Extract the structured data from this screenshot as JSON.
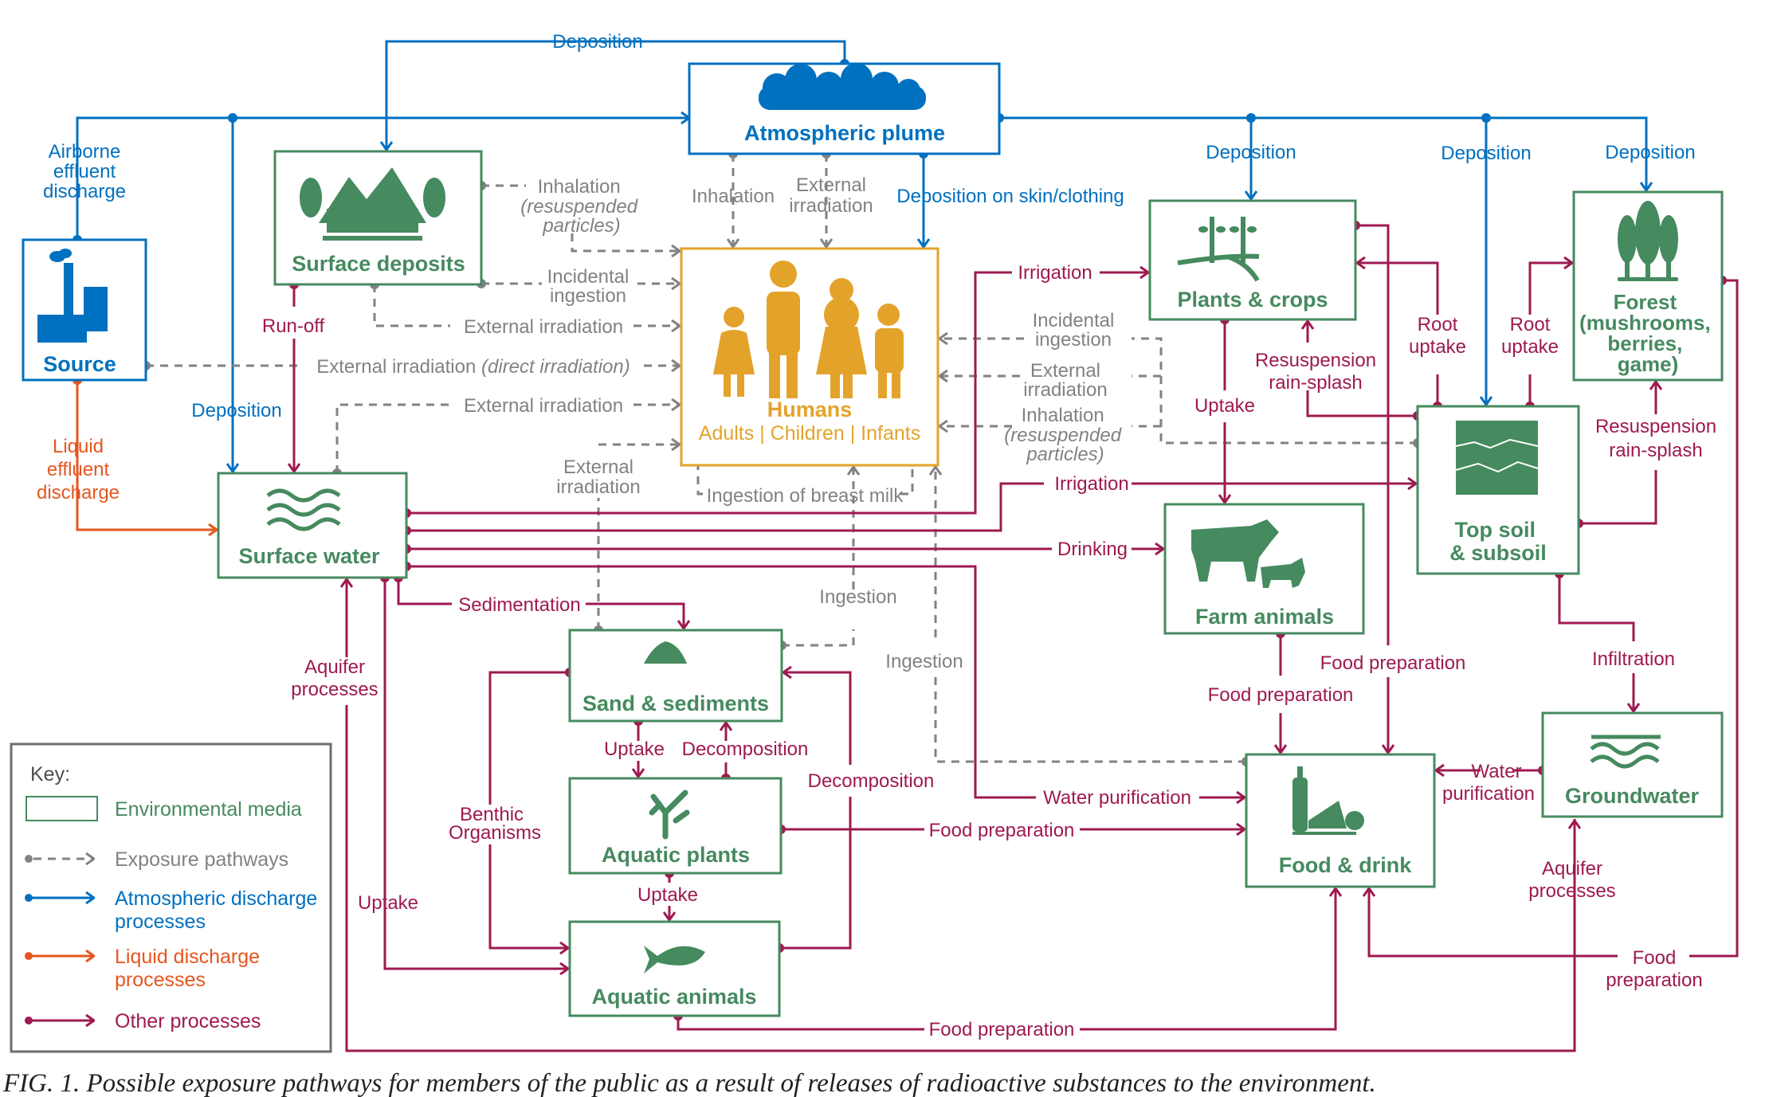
{
  "colors": {
    "atmospheric": "#0070c0",
    "liquid": "#e5561f",
    "other": "#9e1a50",
    "exposure": "#808285",
    "media": "#468a5f",
    "humans": "#e3a32b"
  },
  "nodes": {
    "source": {
      "label": "Source",
      "icon": "factory-icon"
    },
    "surface_deposits": {
      "label": "Surface deposits",
      "icon": "house-icon"
    },
    "atmospheric_plume": {
      "label": "Atmospheric plume",
      "icon": "cloud-icon"
    },
    "humans": {
      "label": "Humans",
      "sublabel_1": "Adults",
      "sublabel_2": "Children",
      "sublabel_3": "Infants",
      "separator": "|",
      "icon": "family-icon"
    },
    "plants_crops": {
      "label": "Plants & crops",
      "icon": "sprout-icon"
    },
    "forest": {
      "label_1": "Forest",
      "label_2": "(mushrooms,",
      "label_3": "berries,",
      "label_4": "game)",
      "icon": "trees-icon"
    },
    "top_soil": {
      "label_1": "Top soil",
      "label_2": "& subsoil",
      "icon": "soil-layers-icon"
    },
    "surface_water": {
      "label": "Surface water",
      "icon": "waves-icon"
    },
    "farm_animals": {
      "label": "Farm animals",
      "icon": "cow-pig-icon"
    },
    "sand_sediments": {
      "label": "Sand & sediments",
      "icon": "sediment-pile-icon"
    },
    "aquatic_plants": {
      "label": "Aquatic plants",
      "icon": "coral-icon"
    },
    "aquatic_animals": {
      "label": "Aquatic animals",
      "icon": "fish-icon"
    },
    "food_drink": {
      "label": "Food & drink",
      "icon": "food-drink-icon"
    },
    "groundwater": {
      "label": "Groundwater",
      "icon": "groundwater-icon"
    }
  },
  "edges": {
    "deposition_top": "Deposition",
    "airborne_1": "Airborne",
    "airborne_2": "effluent",
    "airborne_3": "discharge",
    "liquid_1": "Liquid",
    "liquid_2": "effluent",
    "liquid_3": "discharge",
    "deposition_left": "Deposition",
    "runoff": "Run-off",
    "inhalation_resusp_1": "Inhalation",
    "inhalation_resusp_2": "(resuspended",
    "inhalation_resusp_3": "particles)",
    "incidental_ingestion_1": "Incidental",
    "incidental_ingestion_2": "ingestion",
    "ext_irr_deposits": "External irradiation",
    "ext_irr_direct": "External irradiation",
    "ext_irr_direct_note": "(direct irradiation)",
    "ext_irr_water": "External irradiation",
    "ext_irr_sed_1": "External",
    "ext_irr_sed_2": "irradiation",
    "plume_inhalation": "Inhalation",
    "plume_ext_irr_1": "External",
    "plume_ext_irr_2": "irradiation",
    "deposition_skin": "Deposition on skin/clothing",
    "breast_milk": "Ingestion of breast milk",
    "ingestion_1": "Ingestion",
    "ingestion_2": "Ingestion",
    "irrigation_plants": "Irrigation",
    "irrigation_soil": "Irrigation",
    "drinking": "Drinking",
    "sedimentation": "Sedimentation",
    "soil_incidental_1": "Incidental",
    "soil_incidental_2": "ingestion",
    "soil_ext_irr_1": "External",
    "soil_ext_irr_2": "irradiation",
    "soil_inhalation_1": "Inhalation",
    "soil_inhalation_2": "(resuspended",
    "soil_inhalation_3": "particles)",
    "deposition_plants": "Deposition",
    "deposition_soil": "Deposition",
    "deposition_forest": "Deposition",
    "uptake_plants_animals": "Uptake",
    "resusp_plants_1": "Resuspension",
    "resusp_plants_2": "rain-splash",
    "root_uptake_a_1": "Root",
    "root_uptake_a_2": "uptake",
    "root_uptake_b_1": "Root",
    "root_uptake_b_2": "uptake",
    "resusp_forest_1": "Resuspension",
    "resusp_forest_2": "rain-splash",
    "infiltration": "Infiltration",
    "food_prep_farm": "Food preparation",
    "food_prep_plants": "Food preparation",
    "water_purif_gw_1": "Water",
    "water_purif_gw_2": "purification",
    "water_purification": "Water purification",
    "aquifer_gw_1": "Aquifer",
    "aquifer_gw_2": "processes",
    "food_prep_forest_1": "Food",
    "food_prep_forest_2": "preparation",
    "aquifer_sw_1": "Aquifer",
    "aquifer_sw_2": "processes",
    "uptake_sw": "Uptake",
    "benthic_1": "Benthic",
    "benthic_2": "Organisms",
    "uptake_sed": "Uptake",
    "decomposition_plants": "Decomposition",
    "decomposition_animals": "Decomposition",
    "uptake_aqplants": "Uptake",
    "food_prep_aqplants": "Food preparation",
    "food_prep_aqanimals": "Food preparation"
  },
  "legend": {
    "title": "Key:",
    "items": [
      {
        "label": "Environmental media",
        "symbol": "green-box"
      },
      {
        "label": "Exposure pathways",
        "symbol": "gray-dashed-arrow"
      },
      {
        "label_1": "Atmospheric discharge",
        "label_2": "processes",
        "symbol": "blue-arrow"
      },
      {
        "label_1": "Liquid discharge",
        "label_2": "processes",
        "symbol": "orange-arrow"
      },
      {
        "label": "Other processes",
        "symbol": "purple-arrow"
      }
    ]
  },
  "caption": "FIG. 1.  Possible exposure pathways for members of the public as a result of releases of radioactive substances to the environment."
}
